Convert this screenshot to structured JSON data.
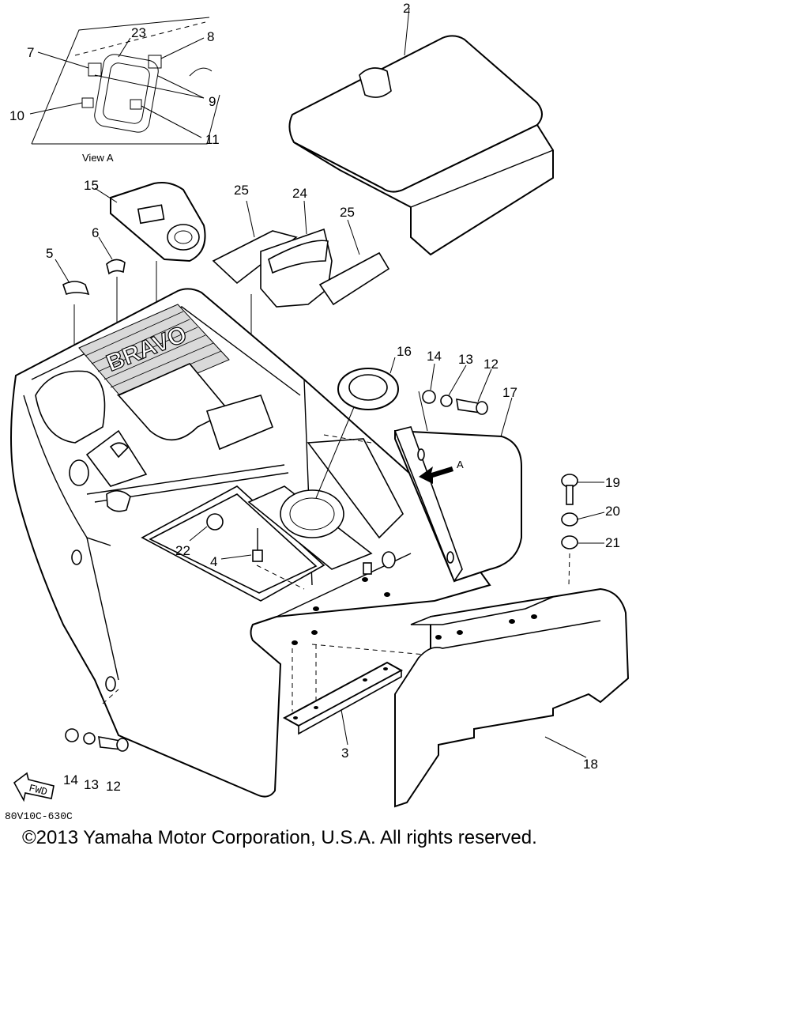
{
  "view_label": "View A",
  "arrow_label": "A",
  "diagram_code": "80V10C-630C",
  "fwd_label": "FWD",
  "brand_text": "BRAVO",
  "copyright": "©2013 Yamaha Motor Corporation, U.S.A. All rights reserved.",
  "callouts": {
    "c2": "2",
    "c3": "3",
    "c4": "4",
    "c5": "5",
    "c6": "6",
    "c7": "7",
    "c8": "8",
    "c9": "9",
    "c10": "10",
    "c11": "11",
    "c12a": "12",
    "c12b": "12",
    "c13a": "13",
    "c13b": "13",
    "c14a": "14",
    "c14b": "14",
    "c15": "15",
    "c16": "16",
    "c17": "17",
    "c18": "18",
    "c19": "19",
    "c20": "20",
    "c21": "21",
    "c22": "22",
    "c23": "23",
    "c24": "24",
    "c25a": "25",
    "c25b": "25"
  }
}
